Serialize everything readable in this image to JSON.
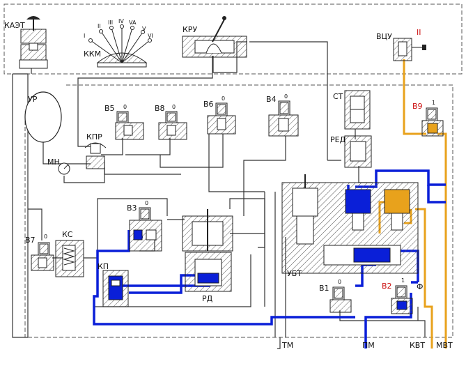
{
  "labels": {
    "kazt": "КАЭТ",
    "kkm": "ККМ",
    "kru": "КРУ",
    "vcu": "ВЦУ",
    "vcu_num": "II",
    "ur": "УР",
    "kpr": "КПР",
    "mn": "МН",
    "v5": "В5",
    "v8": "В8",
    "v6": "В6",
    "v4": "В4",
    "st": "СТ",
    "red": "РЕД",
    "v9": "В9",
    "v3": "В3",
    "v7": "В7",
    "ks": "КС",
    "kp": "КП",
    "rd": "РД",
    "ubt": "УБТ",
    "v1": "В1",
    "v2": "В2",
    "f": "Ф",
    "tm": "ТМ",
    "pm": "ПМ",
    "kvt": "КВТ",
    "mvt": "МВТ"
  },
  "positions": {
    "p1": "I",
    "p2": "II",
    "p3": "III",
    "p4": "IV",
    "p5": "VA",
    "p6": "V",
    "p7": "VI"
  },
  "valve_marks": {
    "zero": "0",
    "one": "1"
  },
  "colors": {
    "line": "#333333",
    "blue": "#0a1fd8",
    "orange": "#e8a21c",
    "red_label": "#cc1111",
    "dashed": "#555555"
  }
}
